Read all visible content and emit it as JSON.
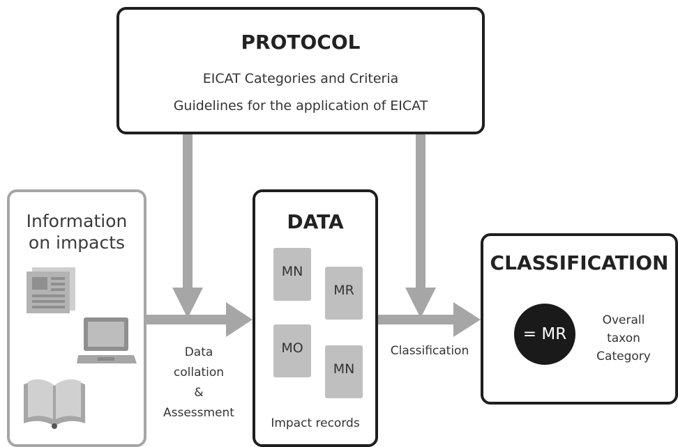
{
  "protocol": {
    "title": "PROTOCOL",
    "line1": "EICAT Categories and Criteria",
    "line2": "Guidelines for the application of EICAT"
  },
  "information": {
    "title_line1": "Information",
    "title_line2": "on impacts",
    "icons": [
      "newspaper-icon",
      "laptop-icon",
      "book-icon"
    ]
  },
  "data": {
    "title": "DATA",
    "records": [
      "MN",
      "MR",
      "MO",
      "MN"
    ],
    "caption": "Impact records"
  },
  "connectors": {
    "collation_line1": "Data",
    "collation_line2": "collation",
    "collation_line3": "&",
    "collation_line4": "Assessment",
    "classification": "Classification"
  },
  "classification": {
    "title": "CLASSIFICATION",
    "result": "= MR",
    "label_line1": "Overall",
    "label_line2": "taxon",
    "label_line3": "Category"
  },
  "colors": {
    "dark_border": "#1e1e1e",
    "grey_border": "#a6a6a6",
    "arrow_grey": "#a6a6a6",
    "record_fill": "#bfbfbf",
    "result_circle": "#1a1a1a"
  }
}
